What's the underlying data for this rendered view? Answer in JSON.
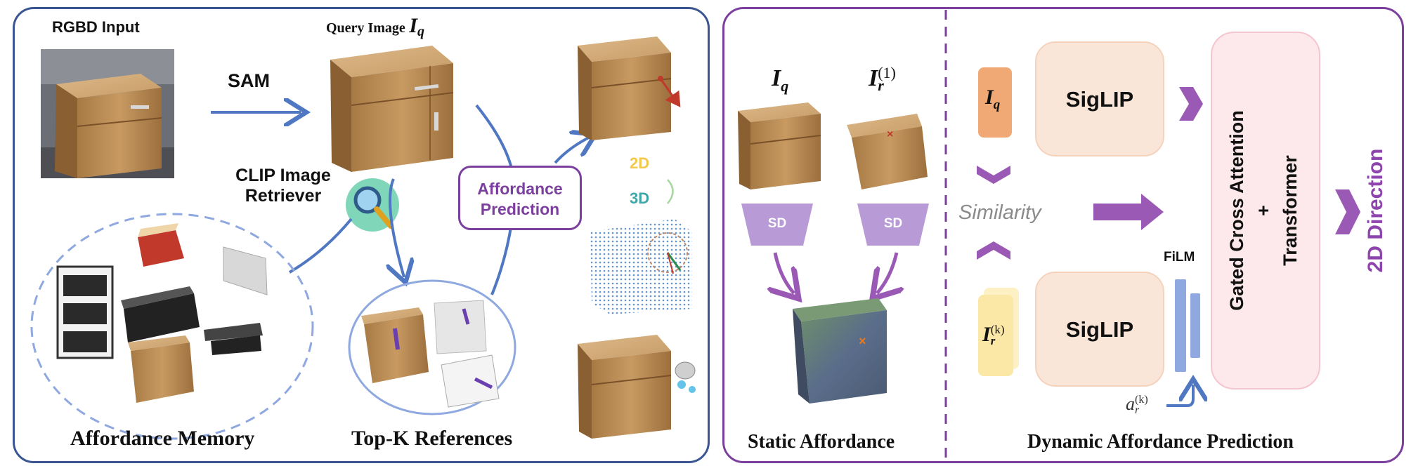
{
  "left_panel": {
    "rgbd_input_label": "RGBD Input",
    "sam_label": "SAM",
    "query_image_label": "Query Image",
    "query_image_symbol": "I",
    "query_image_subscript": "q",
    "clip_retriever_label_line1": "CLIP Image",
    "clip_retriever_label_line2": "Retriever",
    "affordance_prediction_line1": "Affordance",
    "affordance_prediction_line2": "Prediction",
    "tag_2d": "2D",
    "tag_3d": "3D",
    "affordance_memory_label": "Affordance Memory",
    "topk_references_label": "Top-K References"
  },
  "right_panel": {
    "static": {
      "iq_symbol": "I",
      "iq_subscript": "q",
      "ir1_symbol": "I",
      "ir1_subscript": "r",
      "ir1_superscript": "(1)",
      "sd_left_label": "SD",
      "sd_right_label": "SD",
      "title": "Static Affordance"
    },
    "dynamic": {
      "iq_box_symbol": "I",
      "iq_box_subscript": "q",
      "irk_box_symbol": "I",
      "irk_box_subscript": "r",
      "irk_box_superscript": "(k)",
      "siglip_top_label": "SigLIP",
      "siglip_bottom_label": "SigLIP",
      "similarity_label": "Similarity",
      "film_label": "FiLM",
      "ark_symbol": "a",
      "ark_subscript": "r",
      "ark_superscript": "(k)",
      "gated_line1": "Gated Cross Attention",
      "gated_line2": "+",
      "gated_line3": "Transformer",
      "output_label": "2D Direction",
      "title": "Dynamic Affordance Prediction"
    }
  },
  "colors": {
    "left_border": "#3a5591",
    "right_border": "#7b3f9e",
    "flow_blue": "#4f77c2",
    "purple": "#9b59b6",
    "siglip_fill": "#fae6d8",
    "gated_fill": "#fde8ec",
    "iq_fill": "#f0a974",
    "irk_fill": "#fbe8a6",
    "film_fill": "#8fa9e0",
    "sd_fill": "#b79ad6",
    "tag_2d": "#f3c94a",
    "tag_3d": "#3fa7a7"
  }
}
